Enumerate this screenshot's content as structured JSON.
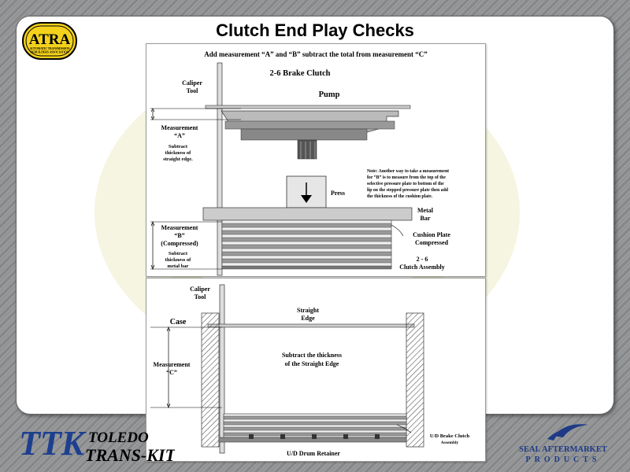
{
  "slide": {
    "title": "Clutch End Play Checks",
    "atra": {
      "name": "ATRA",
      "tagline_1": "AUTOMATIC TRANSMISSION",
      "tagline_2": "REBUILDERS ASSOCIATION"
    }
  },
  "diagram_top": {
    "heading": "Add measurement “A” and “B” subtract the total from measurement “C”",
    "subheading": "2-6 Brake Clutch",
    "caliper_1": "Caliper",
    "caliper_2": "Tool",
    "pump": "Pump",
    "meas_a_1": "Measurement",
    "meas_a_2": "“A”",
    "sub_a_1": "Subtract",
    "sub_a_2": "thickness of",
    "sub_a_3": "straight edge.",
    "note_1": "Note: Another way to take a measurement",
    "note_2": "for “B” is to measure from the top of the",
    "note_3": "selective pressure plate to bottom of the",
    "note_4": "lip on the stepped pressure plate then add",
    "note_5": "the thickness of the cushion plate.",
    "press": "Press",
    "metal_1": "Metal",
    "metal_2": "Bar",
    "meas_b_1": "Measurement",
    "meas_b_2": "“B”",
    "meas_b_3": "(Compressed)",
    "sub_b_1": "Subtract",
    "sub_b_2": "thickness of",
    "sub_b_3": "metal bar",
    "cushion_1": "Cushion  Plate",
    "cushion_2": "Compressed",
    "clutch_1": "2 - 6",
    "clutch_2": "Clutch Assembly"
  },
  "diagram_bottom": {
    "caliper_1": "Caliper",
    "caliper_2": "Tool",
    "straight_1": "Straight",
    "straight_2": "Edge",
    "case": "Case",
    "meas_c_1": "Measurement",
    "meas_c_2": "“C”",
    "subtract_1": "Subtract the thickness",
    "subtract_2": "of the Straight Edge",
    "ud_brake_1": "U/D Brake Clutch",
    "ud_brake_2": "Assembly",
    "ud_drum": "U/D Drum Retainer"
  },
  "footer": {
    "ttk_mark": "TTK",
    "ttk_1": "TOLEDO",
    "ttk_2": "TRANS-KIT",
    "seal_1": "SEAL AFTERMARKET",
    "seal_2": "PRODUCTS"
  },
  "colors": {
    "atra_yellow": "#f4d21c",
    "ttk_blue": "#1d3f8f",
    "seal_blue": "#1e3a86",
    "watermark": "#eef0c9"
  }
}
